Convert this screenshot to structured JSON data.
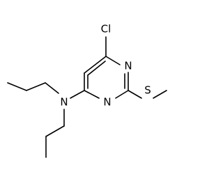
{
  "molecule": {
    "atoms": {
      "cl": "Cl",
      "n_ring_top": "N",
      "n_ring_bottom": "N",
      "n_amine": "N",
      "s": "S"
    }
  }
}
